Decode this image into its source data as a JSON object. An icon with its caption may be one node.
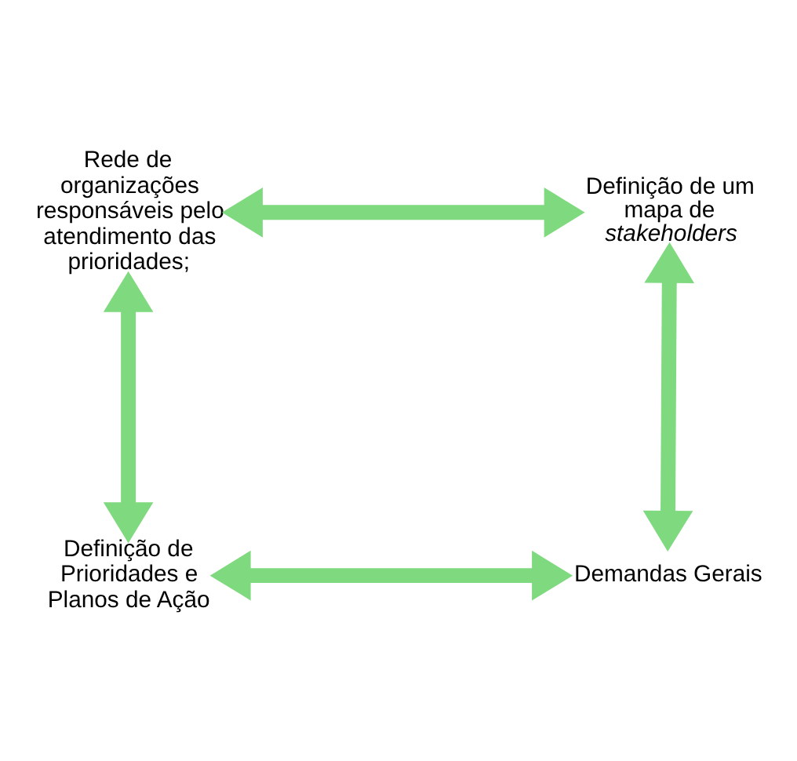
{
  "diagram": {
    "nodes": [
      {
        "text": [
          "Rede de organizações responsáveis pelo atendimento das prioridades;"
        ]
      },
      {
        "text": [
          "Definição de um mapa de *stakeholders*"
        ]
      },
      {
        "text": [
          "Definição de Prioridades e Planos de Ação"
        ]
      },
      {
        "text": [
          "Demandas Gerais"
        ]
      }
    ],
    "edges": [
      {
        "from": 0,
        "to": 1,
        "arrow": "both"
      },
      {
        "from": 1,
        "to": 3,
        "arrow": "both"
      },
      {
        "from": 3,
        "to": 2,
        "arrow": "both"
      },
      {
        "from": 2,
        "to": 0,
        "arrow": "both"
      }
    ]
  }
}
